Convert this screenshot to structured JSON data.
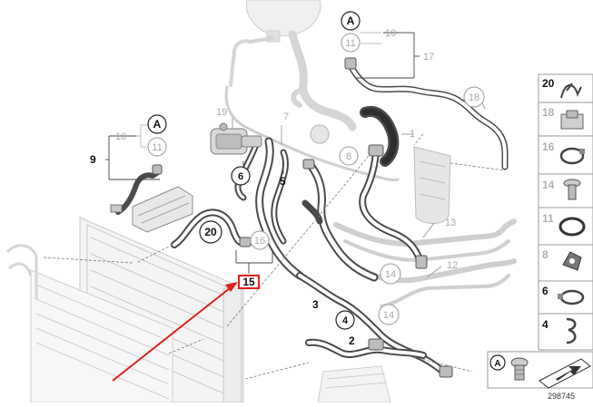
{
  "callouts": {
    "c20_main": "20",
    "c15": "15",
    "c16": "16",
    "c6": "6",
    "c5": "5",
    "c9": "9",
    "c10_left": "10",
    "c11_left": "11",
    "cA_left": "A",
    "c19": "19",
    "c7": "7",
    "c8": "8",
    "c1": "1",
    "cA_top": "A",
    "c11_top": "11",
    "c10_top": "10",
    "c17": "17",
    "c18": "18",
    "c13": "13",
    "c12": "12",
    "c14a": "14",
    "c14b": "14",
    "c3": "3",
    "c4": "4",
    "c2": "2"
  },
  "legend": {
    "items": [
      {
        "label": "20"
      },
      {
        "label": "18"
      },
      {
        "label": "16"
      },
      {
        "label": "14"
      },
      {
        "label": "11"
      },
      {
        "label": "8"
      },
      {
        "label": "6"
      },
      {
        "label": "4"
      }
    ],
    "bottom_label": "A"
  },
  "ref_number": "298745",
  "colors": {
    "highlight": "#e0201c",
    "hose_dark": "#4a4a4a",
    "hose_light": "#d4d4d4",
    "grey_text": "#a9a9a9"
  }
}
